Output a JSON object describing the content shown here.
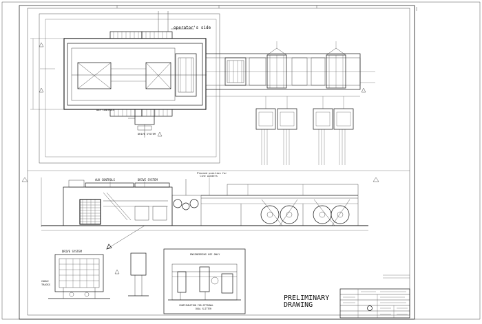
{
  "plan_view": {
    "operators_side_label": "operator's side",
    "aux_controls_label": "AUX CONTROLS",
    "drive_system_label": "DRIVE SYSTEM"
  },
  "elevation_view": {
    "aux_controls_label": "AUX CONTROLS",
    "drive_system_label": "DRIVE SYSTEM",
    "planned_position_label": "Planned position for",
    "planned_position_label_2": "line winders"
  },
  "detail_view": {
    "drive_system_label": "DRIVE SYSTEM",
    "cable_tracks_label": "CABLE",
    "cable_tracks_label_2": "TRACKS"
  },
  "inset_view": {
    "title": "ENGINEERING USE ONLY",
    "caption_line_1": "CONFIGURATION FOR OPTIONAL",
    "caption_line_2": "DUAL SLITTER"
  },
  "stamp": {
    "line_1": "PRELIMINARY",
    "line_2": "DRAWING"
  }
}
